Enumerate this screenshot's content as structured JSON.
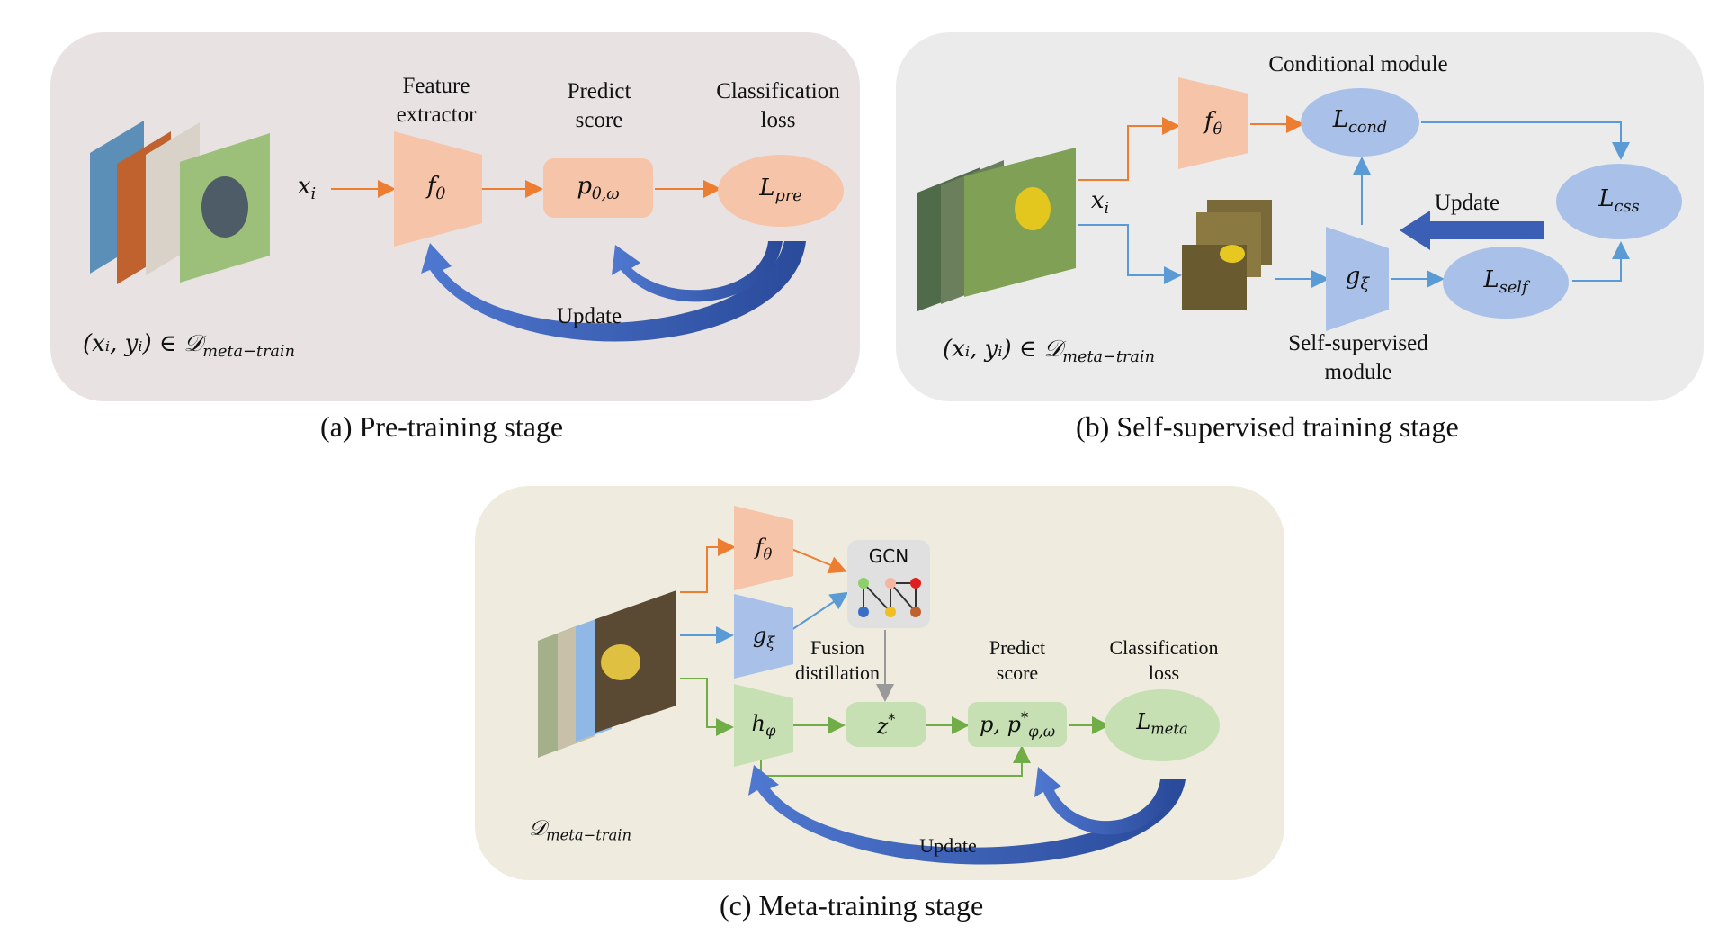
{
  "panel_a": {
    "caption": "(a)  Pre-training stage",
    "feature_extractor": "Feature extractor",
    "feature_extractor_l1": "Feature",
    "feature_extractor_l2": "extractor",
    "predict_score_l1": "Predict",
    "predict_score_l2": "score",
    "classification_loss_l1": "Classification",
    "classification_loss_l2": "loss",
    "update": "Update",
    "input_symbol": "x",
    "input_sub": "i",
    "f_symbol": "f",
    "f_sub": "θ",
    "p_symbol": "p",
    "p_sub": "θ,ω",
    "loss_symbol": "L",
    "loss_sub": "pre",
    "dataset_text": "(x",
    "dataset_label": "(xᵢ, yᵢ) ∈ 𝒟",
    "dataset_sub": "meta−train"
  },
  "panel_b": {
    "caption": "(b)  Self-supervised training stage",
    "conditional_module": "Conditional module",
    "self_supervised_l1": "Self-supervised",
    "self_supervised_l2": "module",
    "update": "Update",
    "input_symbol": "x",
    "input_sub": "i",
    "f_symbol": "f",
    "f_sub": "θ",
    "g_symbol": "g",
    "g_sub": "ξ",
    "lcond_symbol": "L",
    "lcond_sub": "cond",
    "lcss_symbol": "L",
    "lcss_sub": "css",
    "lself_symbol": "L",
    "lself_sub": "self",
    "dataset_label": "(xᵢ, yᵢ) ∈ 𝒟",
    "dataset_sub": "meta−train"
  },
  "panel_c": {
    "caption": "(c)  Meta-training stage",
    "gcn": "GCN",
    "fusion_l1": "Fusion",
    "fusion_l2": "distillation",
    "predict_l1": "Predict",
    "predict_l2": "score",
    "classification_l1": "Classification",
    "classification_l2": "loss",
    "update": "Update",
    "f_symbol": "f",
    "f_sub": "θ",
    "g_symbol": "g",
    "g_sub": "ξ",
    "h_symbol": "h",
    "h_sub": "φ",
    "z_symbol": "z",
    "z_sup": "*",
    "p_symbol": "p, p",
    "p_sup": "*",
    "p_sub": "φ,ω",
    "loss_symbol": "L",
    "loss_sub": "meta",
    "dataset_label": "𝒟",
    "dataset_sub": "meta−train"
  },
  "colors": {
    "panel_a_bg": "#e8e2e2",
    "panel_b_bg": "#ebebeb",
    "panel_c_bg": "#efecdf",
    "orange": "#f6c4a8",
    "orange_line": "#ed7d31",
    "blue_node": "#a9c1e8",
    "blue_line": "#5b9bd5",
    "green_node": "#c6e0b4",
    "green_line": "#70ad47",
    "update_arrow": "#3b5fb5"
  }
}
